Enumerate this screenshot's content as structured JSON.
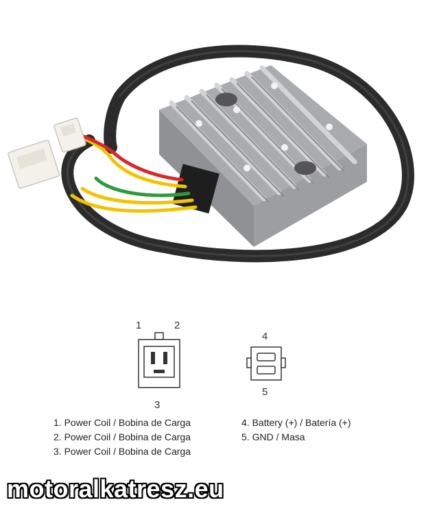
{
  "connector_a": {
    "pin_1": "1",
    "pin_2": "2",
    "pin_3": "3"
  },
  "connector_b": {
    "pin_4": "4",
    "pin_5": "5"
  },
  "legend": {
    "left": [
      "1. Power Coil / Bobina de Carga",
      "2. Power Coil / Bobina de Carga",
      "3. Power Coil / Bobina de Carga"
    ],
    "right": [
      "4. Battery (+) / Batería (+)",
      "5. GND / Masa"
    ]
  },
  "watermark": "motoralkatresz.eu",
  "colors": {
    "cable": "#2b2b2b",
    "heatsink": "#b5b7ba",
    "wire_yellow": "#f2c400",
    "wire_red": "#d8282b",
    "wire_green": "#2f9a3c",
    "connector_plug": "#f4f1ea"
  }
}
